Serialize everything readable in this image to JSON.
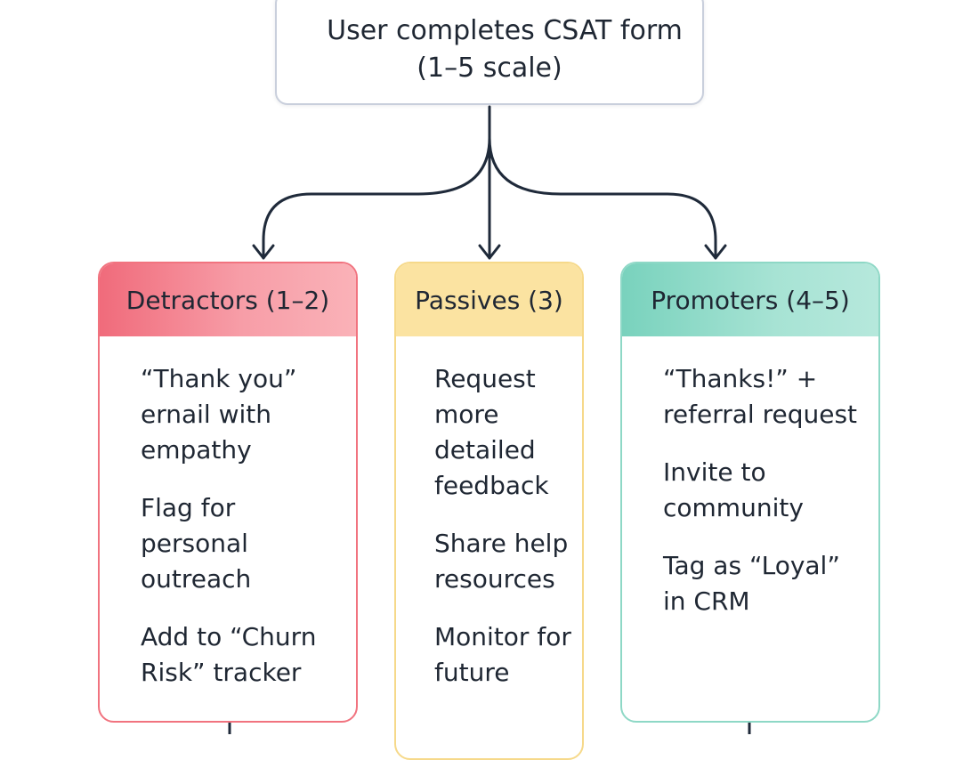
{
  "top_node": {
    "line1": "User completes CSAT form",
    "line2": "(1–5 scale)"
  },
  "cards": {
    "detractors": {
      "title": "Detractors (1–2)",
      "items": [
        "“Thank you” ernail with empathy",
        "Flag for personal outreach",
        "Add to “Churn Risk” tracker"
      ]
    },
    "passives": {
      "title": "Passives (3)",
      "items": [
        "Request more detailed feedback",
        "Share help resources",
        "Monitor for future"
      ]
    },
    "promoters": {
      "title": "Promoters (4–5)",
      "items": [
        "“Thanks!” + referral request",
        "Invite to community",
        "Tag as “Loyal” in CRM"
      ]
    }
  },
  "colors": {
    "connector": "#1f2a3a",
    "detractors_accent": "#f06b7b",
    "passives_accent": "#fbe3a1",
    "promoters_accent": "#79d2bd"
  }
}
